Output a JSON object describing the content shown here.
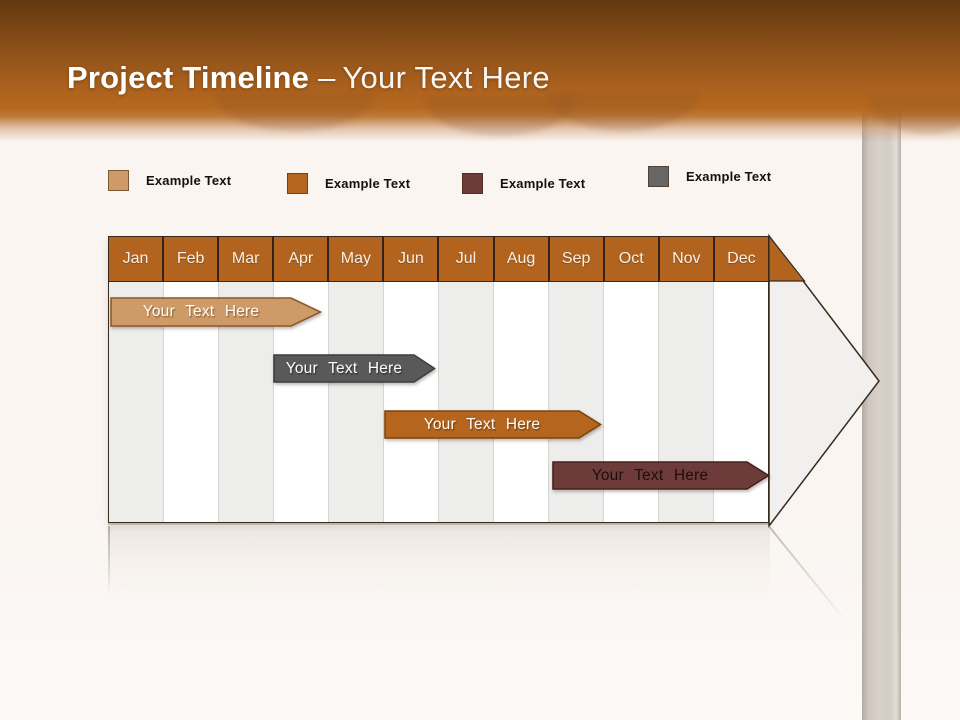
{
  "header": {
    "title_bold": "Project Timeline",
    "separator": "–",
    "title_rest": "Your Text Here"
  },
  "legend": {
    "items": [
      {
        "label": "Example Text",
        "swatch_color": "#cd9a68"
      },
      {
        "label": "Example Text",
        "swatch_color": "#b5651d"
      },
      {
        "label": "Example Text",
        "swatch_color": "#6e3b3b"
      },
      {
        "label": "Example Text",
        "swatch_color": "#666666"
      }
    ]
  },
  "timeline": {
    "months": [
      "Jan",
      "Feb",
      "Mar",
      "Apr",
      "May",
      "Jun",
      "Jul",
      "Aug",
      "Sep",
      "Oct",
      "Nov",
      "Dec"
    ],
    "bars": [
      {
        "label": "Your Text Here",
        "start": "Jan",
        "end": "Apr",
        "fill": "#cd9a68",
        "border": "#8a5a2e",
        "text_color": "#fdfcfa"
      },
      {
        "label": "Your Text Here",
        "start": "Apr",
        "end": "Jun",
        "fill": "#595959",
        "border": "#3e3e3e",
        "text_color": "#fdfcfa"
      },
      {
        "label": "Your Text Here",
        "start": "Jun",
        "end": "Sep",
        "fill": "#b5651d",
        "border": "#7d440f",
        "text_color": "#fdfcfa"
      },
      {
        "label": "Your Text Here",
        "start": "Sep",
        "end": "Dec",
        "fill": "#6e3b3b",
        "border": "#46221f",
        "text_color": "#1c0e0c"
      }
    ]
  },
  "colors": {
    "table-border": "#362a1d",
    "month-bg": "#b2641e",
    "month-border": "#33241a",
    "col-odd": "#ededec",
    "col-even": "#ffffff",
    "col-line": "#d6d4d2",
    "arrow-fill": "#f1f0ee",
    "header-accent": "#b5681f",
    "page-bg": "#faf5f1"
  }
}
